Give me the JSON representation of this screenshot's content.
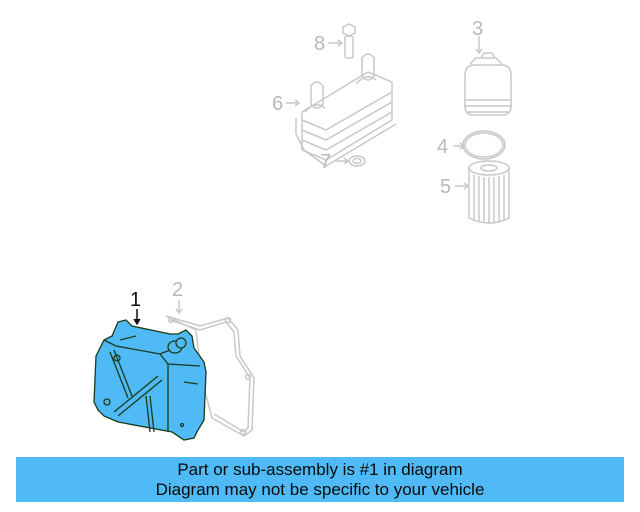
{
  "diagram": {
    "callouts": [
      {
        "number": "1",
        "highlighted": true
      },
      {
        "number": "2",
        "highlighted": false
      },
      {
        "number": "3",
        "highlighted": false
      },
      {
        "number": "4",
        "highlighted": false
      },
      {
        "number": "5",
        "highlighted": false
      },
      {
        "number": "6",
        "highlighted": false
      },
      {
        "number": "7",
        "highlighted": false
      },
      {
        "number": "8",
        "highlighted": false
      }
    ],
    "colors": {
      "highlight_fill": "#4fbaf5",
      "highlight_outline": "#1a3a1a",
      "faded_line": "#c8c8c8",
      "banner": "#4fbaf5"
    }
  },
  "banner": {
    "line1": "Part or sub-assembly is #1 in diagram",
    "line2": "Diagram may not be specific to your vehicle"
  }
}
